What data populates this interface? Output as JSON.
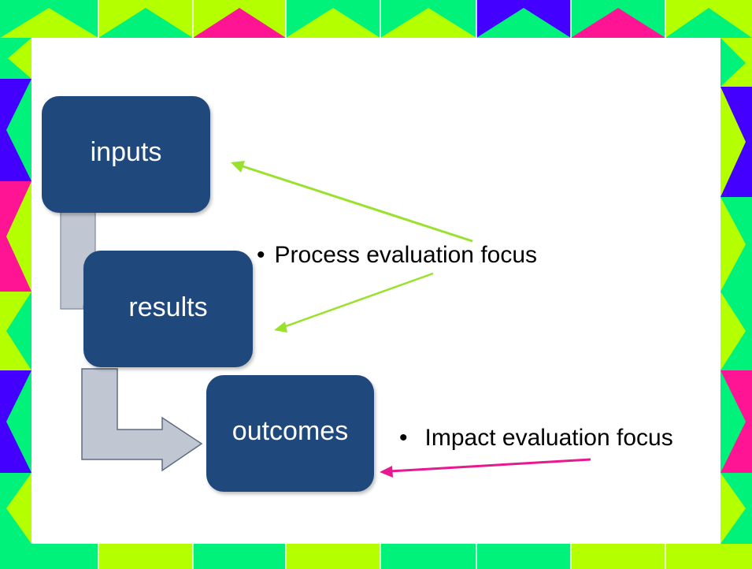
{
  "diagram": {
    "nodes": [
      {
        "id": "inputs",
        "label": "inputs"
      },
      {
        "id": "results",
        "label": "results"
      },
      {
        "id": "outcomes",
        "label": "outcomes"
      }
    ],
    "annotations": [
      {
        "bullet": "•",
        "text": "Process evaluation focus",
        "targets": [
          "inputs",
          "results"
        ],
        "arrow_color": "#99e22b"
      },
      {
        "bullet": "•",
        "text": "Impact evaluation focus",
        "targets": [
          "outcomes"
        ],
        "arrow_color": "#e6198f"
      }
    ]
  },
  "colors": {
    "box_fill": "#1f497d",
    "connector_fill": "#c0c7d3",
    "frame_green": "#b4ff00",
    "frame_mint": "#00f27a",
    "frame_magenta": "#ff1493",
    "frame_purple": "#4400ff"
  }
}
